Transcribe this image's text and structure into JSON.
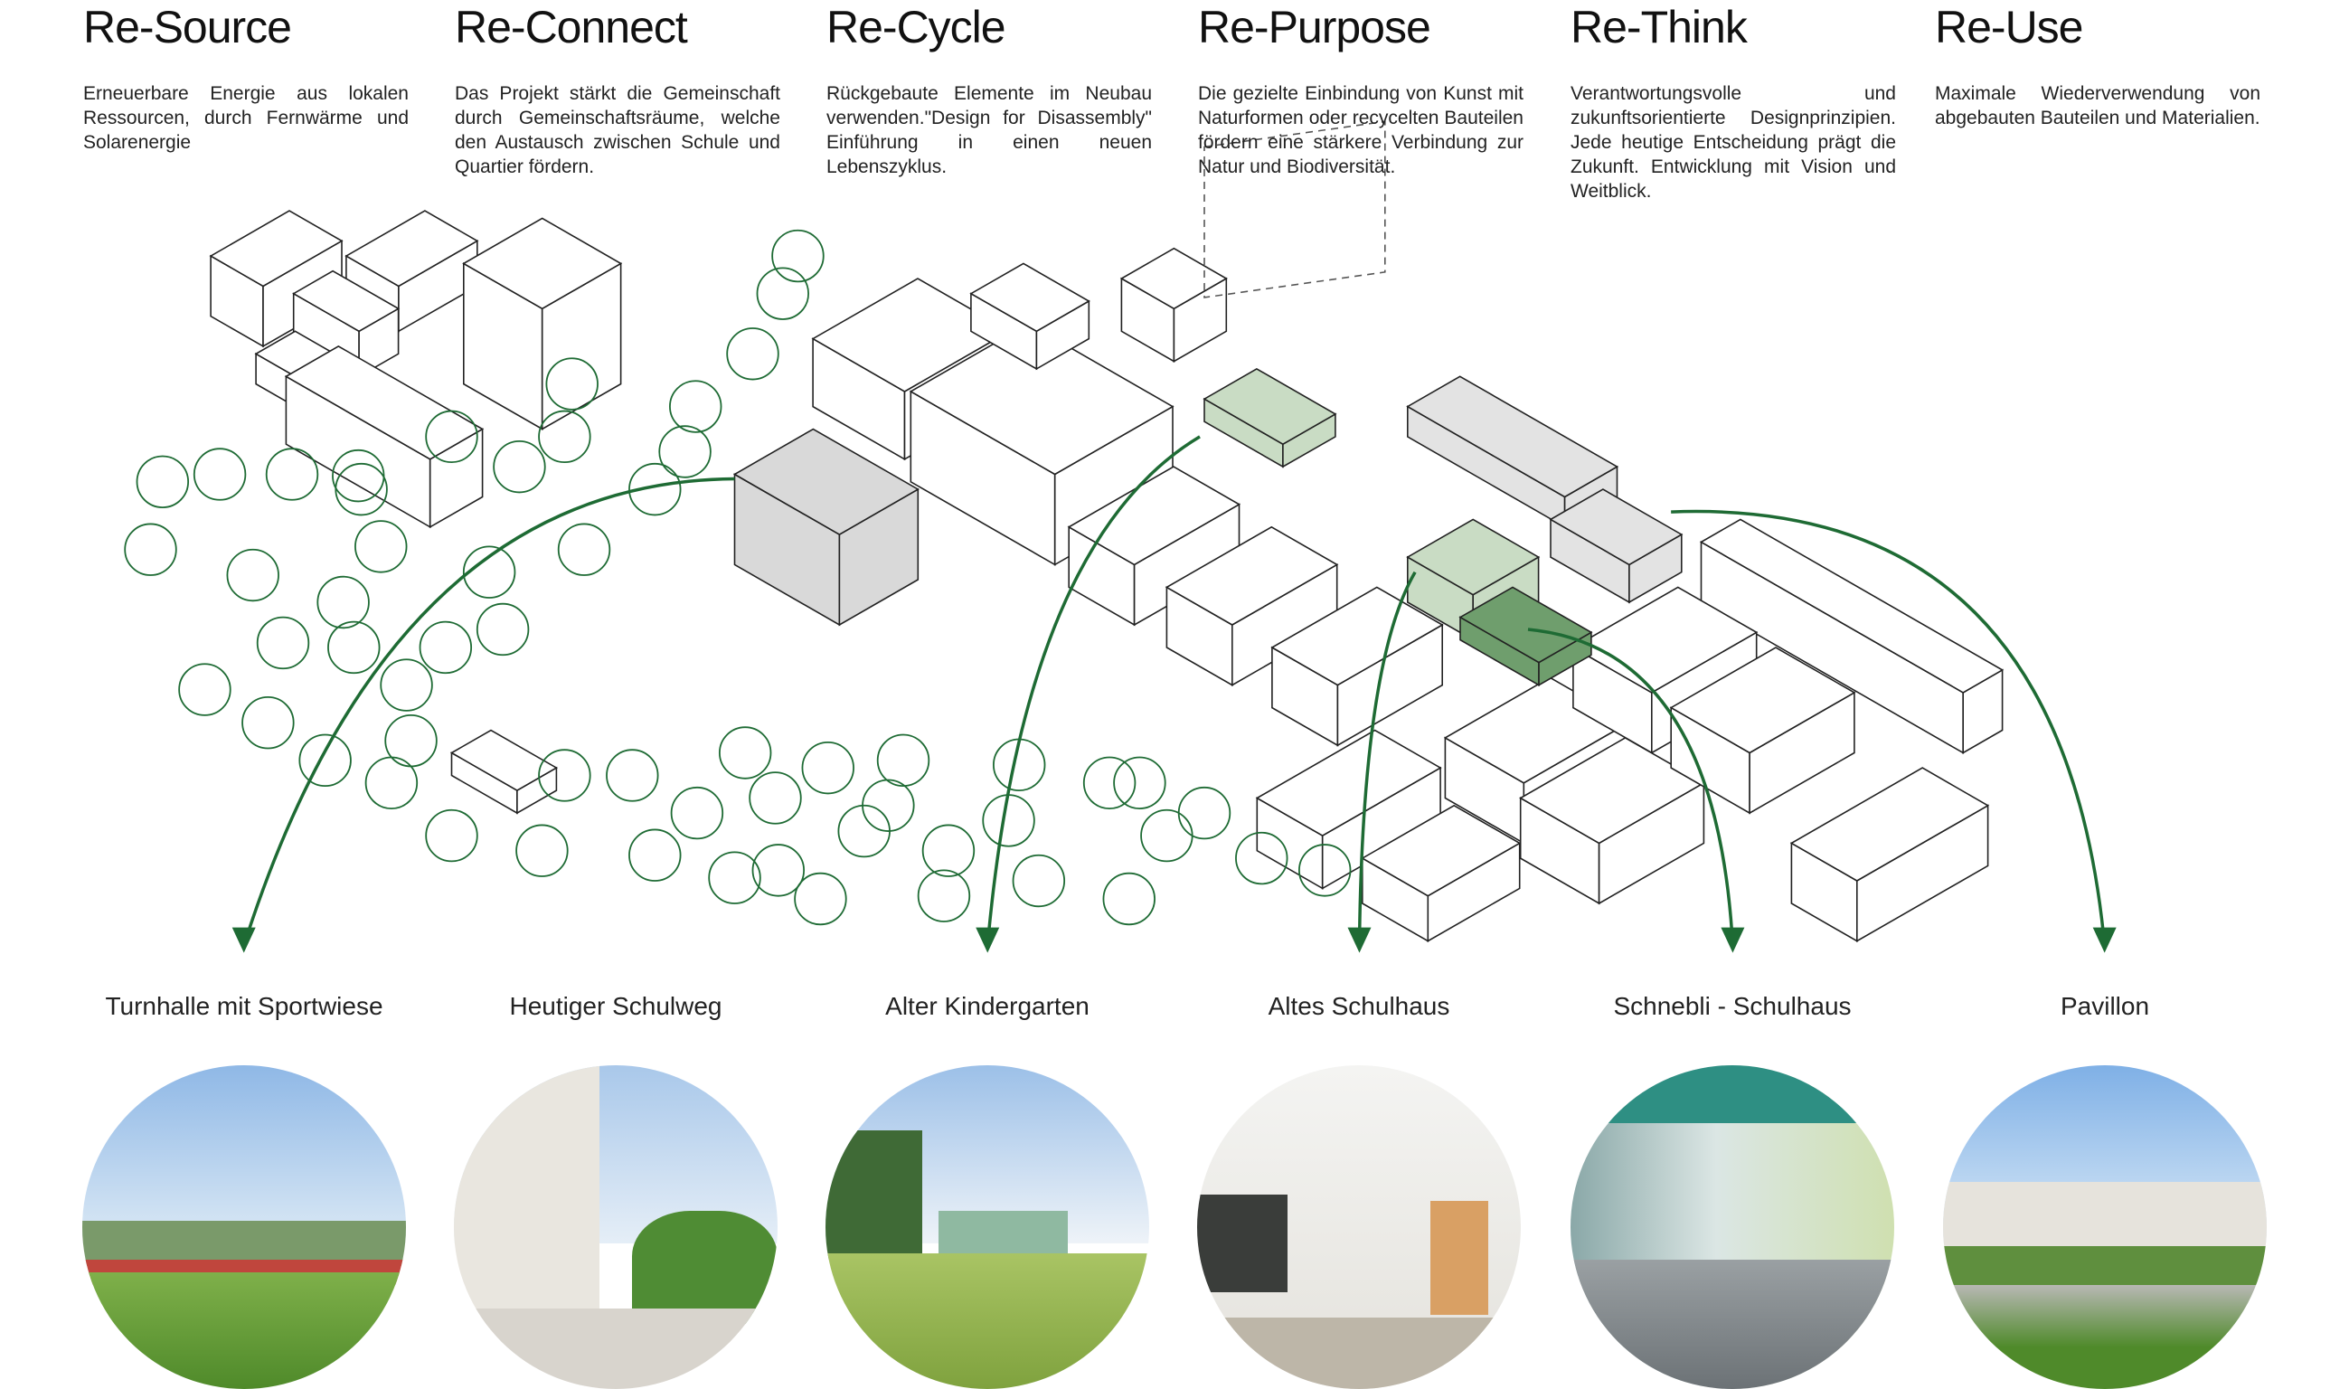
{
  "principles": [
    {
      "title": "Re-Source",
      "text": "Erneuerbare Energie aus lokalen Ressourcen, durch Fernwärme und Solarenergie"
    },
    {
      "title": "Re-Connect",
      "text": "Das Projekt stärkt die Gemeinschaft durch Gemeinschaftsräume, welche den Austausch zwischen Schule und Quartier fördern."
    },
    {
      "title": "Re-Cycle",
      "text": "Rückgebaute Elemente im Neubau verwenden.\"Design for Disassembly\" Einführung in einen neuen Lebenszyklus."
    },
    {
      "title": "Re-Purpose",
      "text": "Die gezielte Einbindung von Kunst mit Naturformen oder recycelten Bauteilen fördern eine stärkere Verbindung zur Natur und Biodiversität."
    },
    {
      "title": "Re-Think",
      "text": "Verantwortungsvolle und zukunftsorientierte Designprinzipien. Jede heutige Entscheidung prägt die Zukunft. Entwicklung mit Vision und Weitblick."
    },
    {
      "title": "Re-Use",
      "text": "Maximale Wiederverwendung von abgebauten Bauteilen und Materialien."
    }
  ],
  "places": [
    {
      "label": "Turnhalle mit Sportwiese"
    },
    {
      "label": "Heutiger Schulweg"
    },
    {
      "label": "Alter Kindergarten"
    },
    {
      "label": "Altes Schulhaus"
    },
    {
      "label": "Schnebli - Schulhaus"
    },
    {
      "label": "Pavillon"
    }
  ],
  "colors": {
    "accent": "#1e6b34",
    "new_building": "#6f9e6d",
    "light_green": "#c9dcc4",
    "existing_grey": "#d9d9d9"
  }
}
